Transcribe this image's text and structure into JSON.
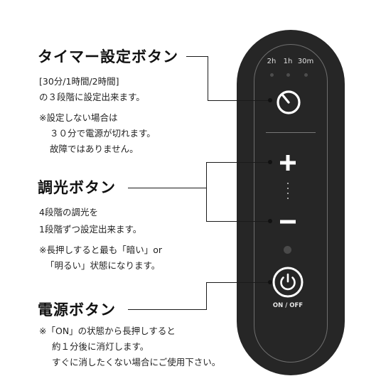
{
  "timer": {
    "heading": "タイマー設定ボタン",
    "line1": "[30分/1時間/2時間]",
    "line2": "の３段階に設定出来ます。",
    "note1": "※設定しない場合は",
    "note2": "３０分で電源が切れます。",
    "note3": "故障ではありません。",
    "labels": [
      "2h",
      "1h",
      "30m"
    ]
  },
  "dimmer": {
    "heading": "調光ボタン",
    "line1": "4段階の調光を",
    "line2": "1段階ずつ設定出来ます。",
    "note1": "※長押しすると最も「暗い」or",
    "note2": "「明るい」状態になります。"
  },
  "power": {
    "heading": "電源ボタン",
    "note1": "※「ON」の状態から長押しすると",
    "note2": "約１分後に消灯します。",
    "note3": "すぐに消したくない場合にご使用下さい。",
    "button_label": "ON / OFF"
  },
  "colors": {
    "remote_body": "#262626",
    "text": "#1a1a1a",
    "background": "#ffffff"
  },
  "icons": [
    "timer-icon",
    "plus-icon",
    "minus-icon",
    "power-icon",
    "indicator-led"
  ]
}
